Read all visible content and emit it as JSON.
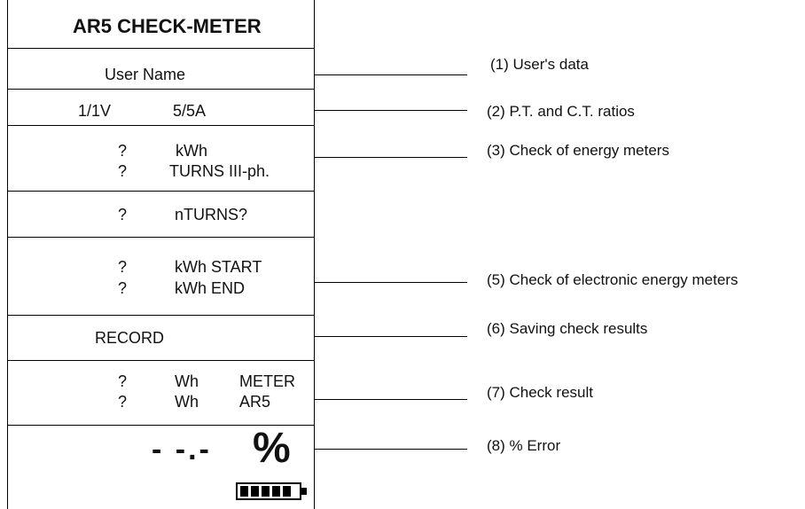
{
  "display": {
    "title": "AR5 CHECK-METER",
    "user_name": "User Name",
    "ratio_v": "1/1V",
    "ratio_a": "5/5A",
    "energy": {
      "q1": "?",
      "kwh": "kWh",
      "q2": "?",
      "turns": "TURNS III-ph."
    },
    "nturns": {
      "q": "?",
      "label": "nTURNS?"
    },
    "electronic": {
      "q1": "?",
      "start": "kWh START",
      "q2": "?",
      "end": "kWh END"
    },
    "record": "RECORD",
    "result": {
      "q1": "?",
      "wh1": "Wh",
      "meter": "METER",
      "q2": "?",
      "wh2": "Wh",
      "ar5": "AR5"
    },
    "error": {
      "value": "- -.-",
      "unit": "%"
    },
    "battery_level": 1.0
  },
  "callouts": [
    "(1) User's data",
    "(2) P.T. and C.T. ratios",
    "(3) Check of energy meters",
    "(5) Check of electronic energy meters",
    "(6) Saving check results",
    "(7) Check result",
    "(8) % Error"
  ]
}
